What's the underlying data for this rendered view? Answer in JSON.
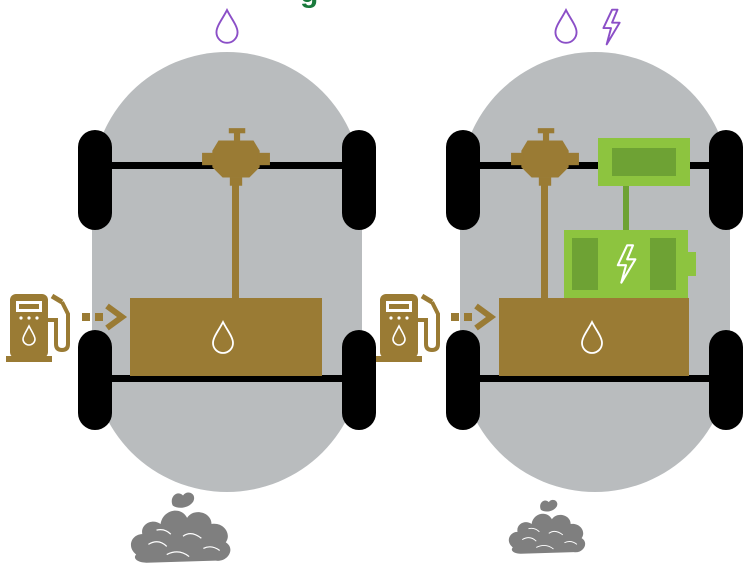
{
  "title_fragment": "g",
  "colors": {
    "chassis": "#b9bcbe",
    "wheel": "#000000",
    "engine": "#9a7b34",
    "drop_outline": "#8b4fc7",
    "battery_light": "#8dc43f",
    "battery_dark": "#6ea234",
    "exhaust": "#7f7f7f",
    "title": "#1a7a3c"
  },
  "icons": {
    "conventional": [
      "fuel-drop-icon"
    ],
    "hybrid": [
      "fuel-drop-icon",
      "lightning-bolt-icon"
    ]
  },
  "vehicles": [
    {
      "id": "conventional",
      "has_battery": false
    },
    {
      "id": "hybrid",
      "has_battery": true
    }
  ]
}
